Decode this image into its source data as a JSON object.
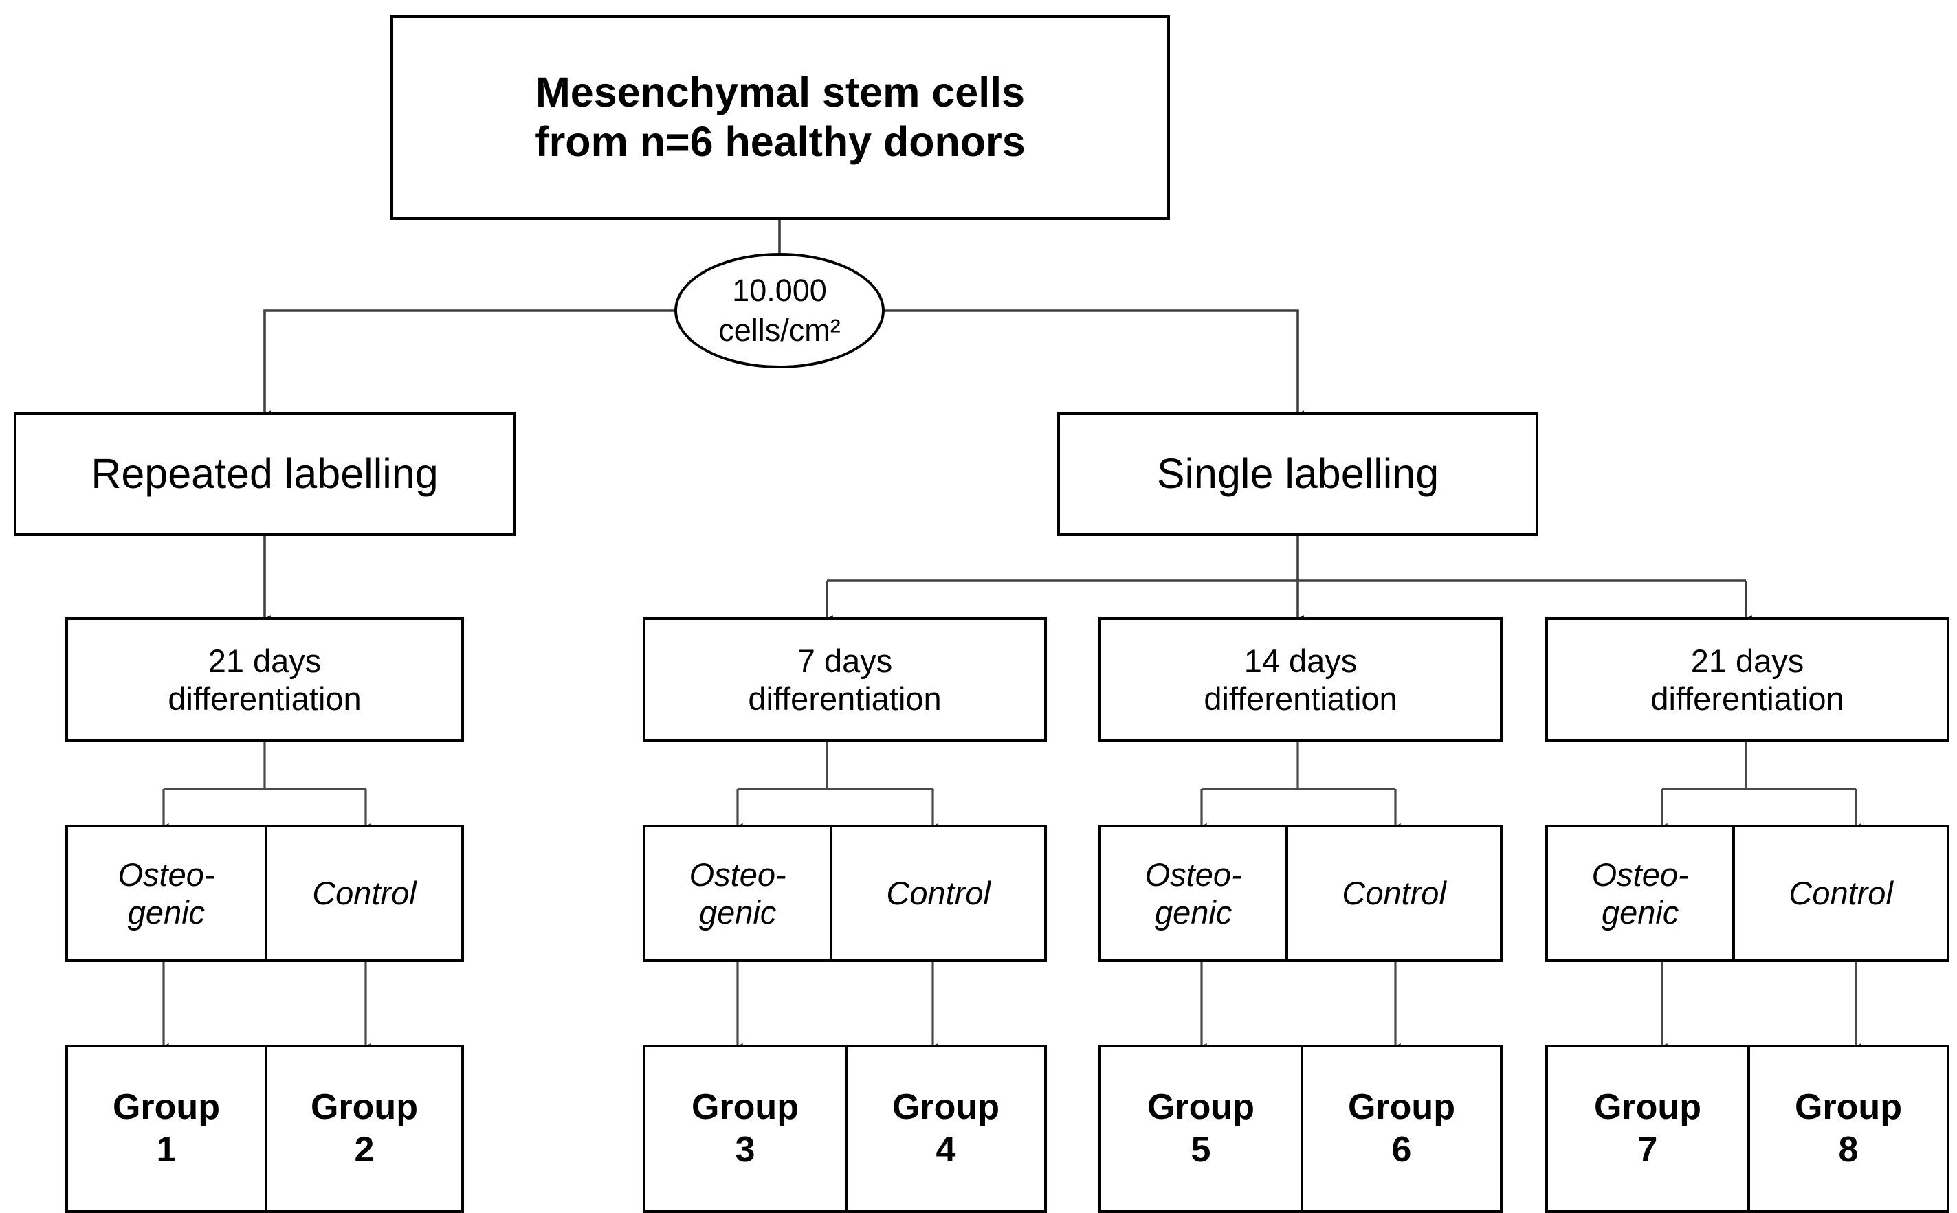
{
  "figure": {
    "type": "flowchart",
    "title_node": {
      "line1": "Mesenchymal stem cells",
      "line2": "from n=6 healthy donors"
    },
    "seeding_node": {
      "line1": "10.000",
      "line2": "cells/cm²"
    },
    "branches": [
      {
        "id": "repeated",
        "label": "Repeated labelling"
      },
      {
        "id": "single",
        "label": "Single labelling"
      }
    ],
    "columns": [
      {
        "id": "col-1",
        "branch": "repeated",
        "duration_line1": "21 days",
        "duration_line2": "differentiation",
        "conditions": [
          {
            "line1": "Osteo-",
            "line2": "genic"
          },
          {
            "line1": "Control",
            "line2": ""
          }
        ],
        "groups": [
          {
            "word": "Group",
            "number": "1"
          },
          {
            "word": "Group",
            "number": "2"
          }
        ]
      },
      {
        "id": "col-2",
        "branch": "single",
        "duration_line1": "7 days",
        "duration_line2": "differentiation",
        "conditions": [
          {
            "line1": "Osteo-",
            "line2": "genic"
          },
          {
            "line1": "Control",
            "line2": ""
          }
        ],
        "groups": [
          {
            "word": "Group",
            "number": "3"
          },
          {
            "word": "Group",
            "number": "4"
          }
        ]
      },
      {
        "id": "col-3",
        "branch": "single",
        "duration_line1": "14 days",
        "duration_line2": "differentiation",
        "conditions": [
          {
            "line1": "Osteo-",
            "line2": "genic"
          },
          {
            "line1": "Control",
            "line2": ""
          }
        ],
        "groups": [
          {
            "word": "Group",
            "number": "5"
          },
          {
            "word": "Group",
            "number": "6"
          }
        ]
      },
      {
        "id": "col-4",
        "branch": "single",
        "duration_line1": "21 days",
        "duration_line2": "differentiation",
        "conditions": [
          {
            "line1": "Osteo-",
            "line2": "genic"
          },
          {
            "line1": "Control",
            "line2": ""
          }
        ],
        "groups": [
          {
            "word": "Group",
            "number": "7"
          },
          {
            "word": "Group",
            "number": "8"
          }
        ]
      }
    ],
    "colors": {
      "stroke": "#000000",
      "connector": "#3f3f3f",
      "background": "#ffffff",
      "text": "#000000"
    }
  }
}
